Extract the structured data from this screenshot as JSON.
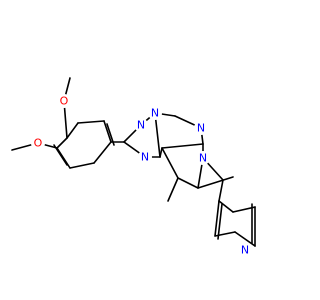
{
  "molecule": {
    "colors": {
      "bond": "#000000",
      "carbon": "#000000",
      "nitrogen": "#0000ff",
      "oxygen": "#ff0000",
      "background": "#ffffff"
    },
    "atoms": [
      {
        "id": "o1",
        "label": "O",
        "element": "oxygen"
      },
      {
        "id": "o2",
        "label": "O",
        "element": "oxygen"
      },
      {
        "id": "n1",
        "label": "N",
        "element": "nitrogen"
      },
      {
        "id": "n2",
        "label": "N",
        "element": "nitrogen"
      },
      {
        "id": "n3",
        "label": "N",
        "element": "nitrogen"
      },
      {
        "id": "n4",
        "label": "N",
        "element": "nitrogen"
      },
      {
        "id": "n5",
        "label": "N",
        "element": "nitrogen"
      },
      {
        "id": "n6",
        "label": "N",
        "element": "nitrogen"
      }
    ]
  }
}
